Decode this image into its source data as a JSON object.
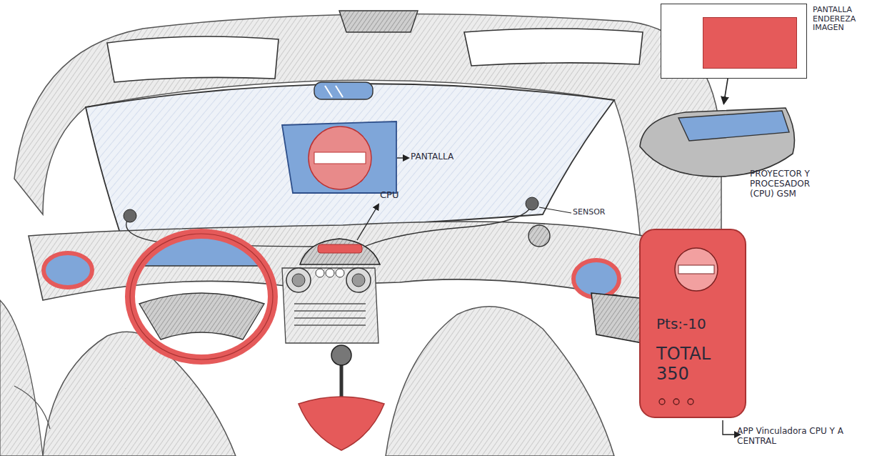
{
  "diagram": {
    "nodes": [
      {
        "text": [
          "PANTALLA ENDEREZA IMAGEN"
        ]
      },
      {
        "text": [
          "PROYECTOR Y PROCESADOR (CPU) GSM"
        ]
      },
      {
        "text": [
          "Pts:-10",
          "TOTAL 350",
          "APP Vinculadora CPU Y A CENTRAL"
        ]
      }
    ],
    "edges": [
      {
        "from": 0,
        "to": 1,
        "arrow": "to"
      }
    ],
    "labels": [
      "PANTALLA",
      "CPU",
      "SENSOR"
    ]
  }
}
